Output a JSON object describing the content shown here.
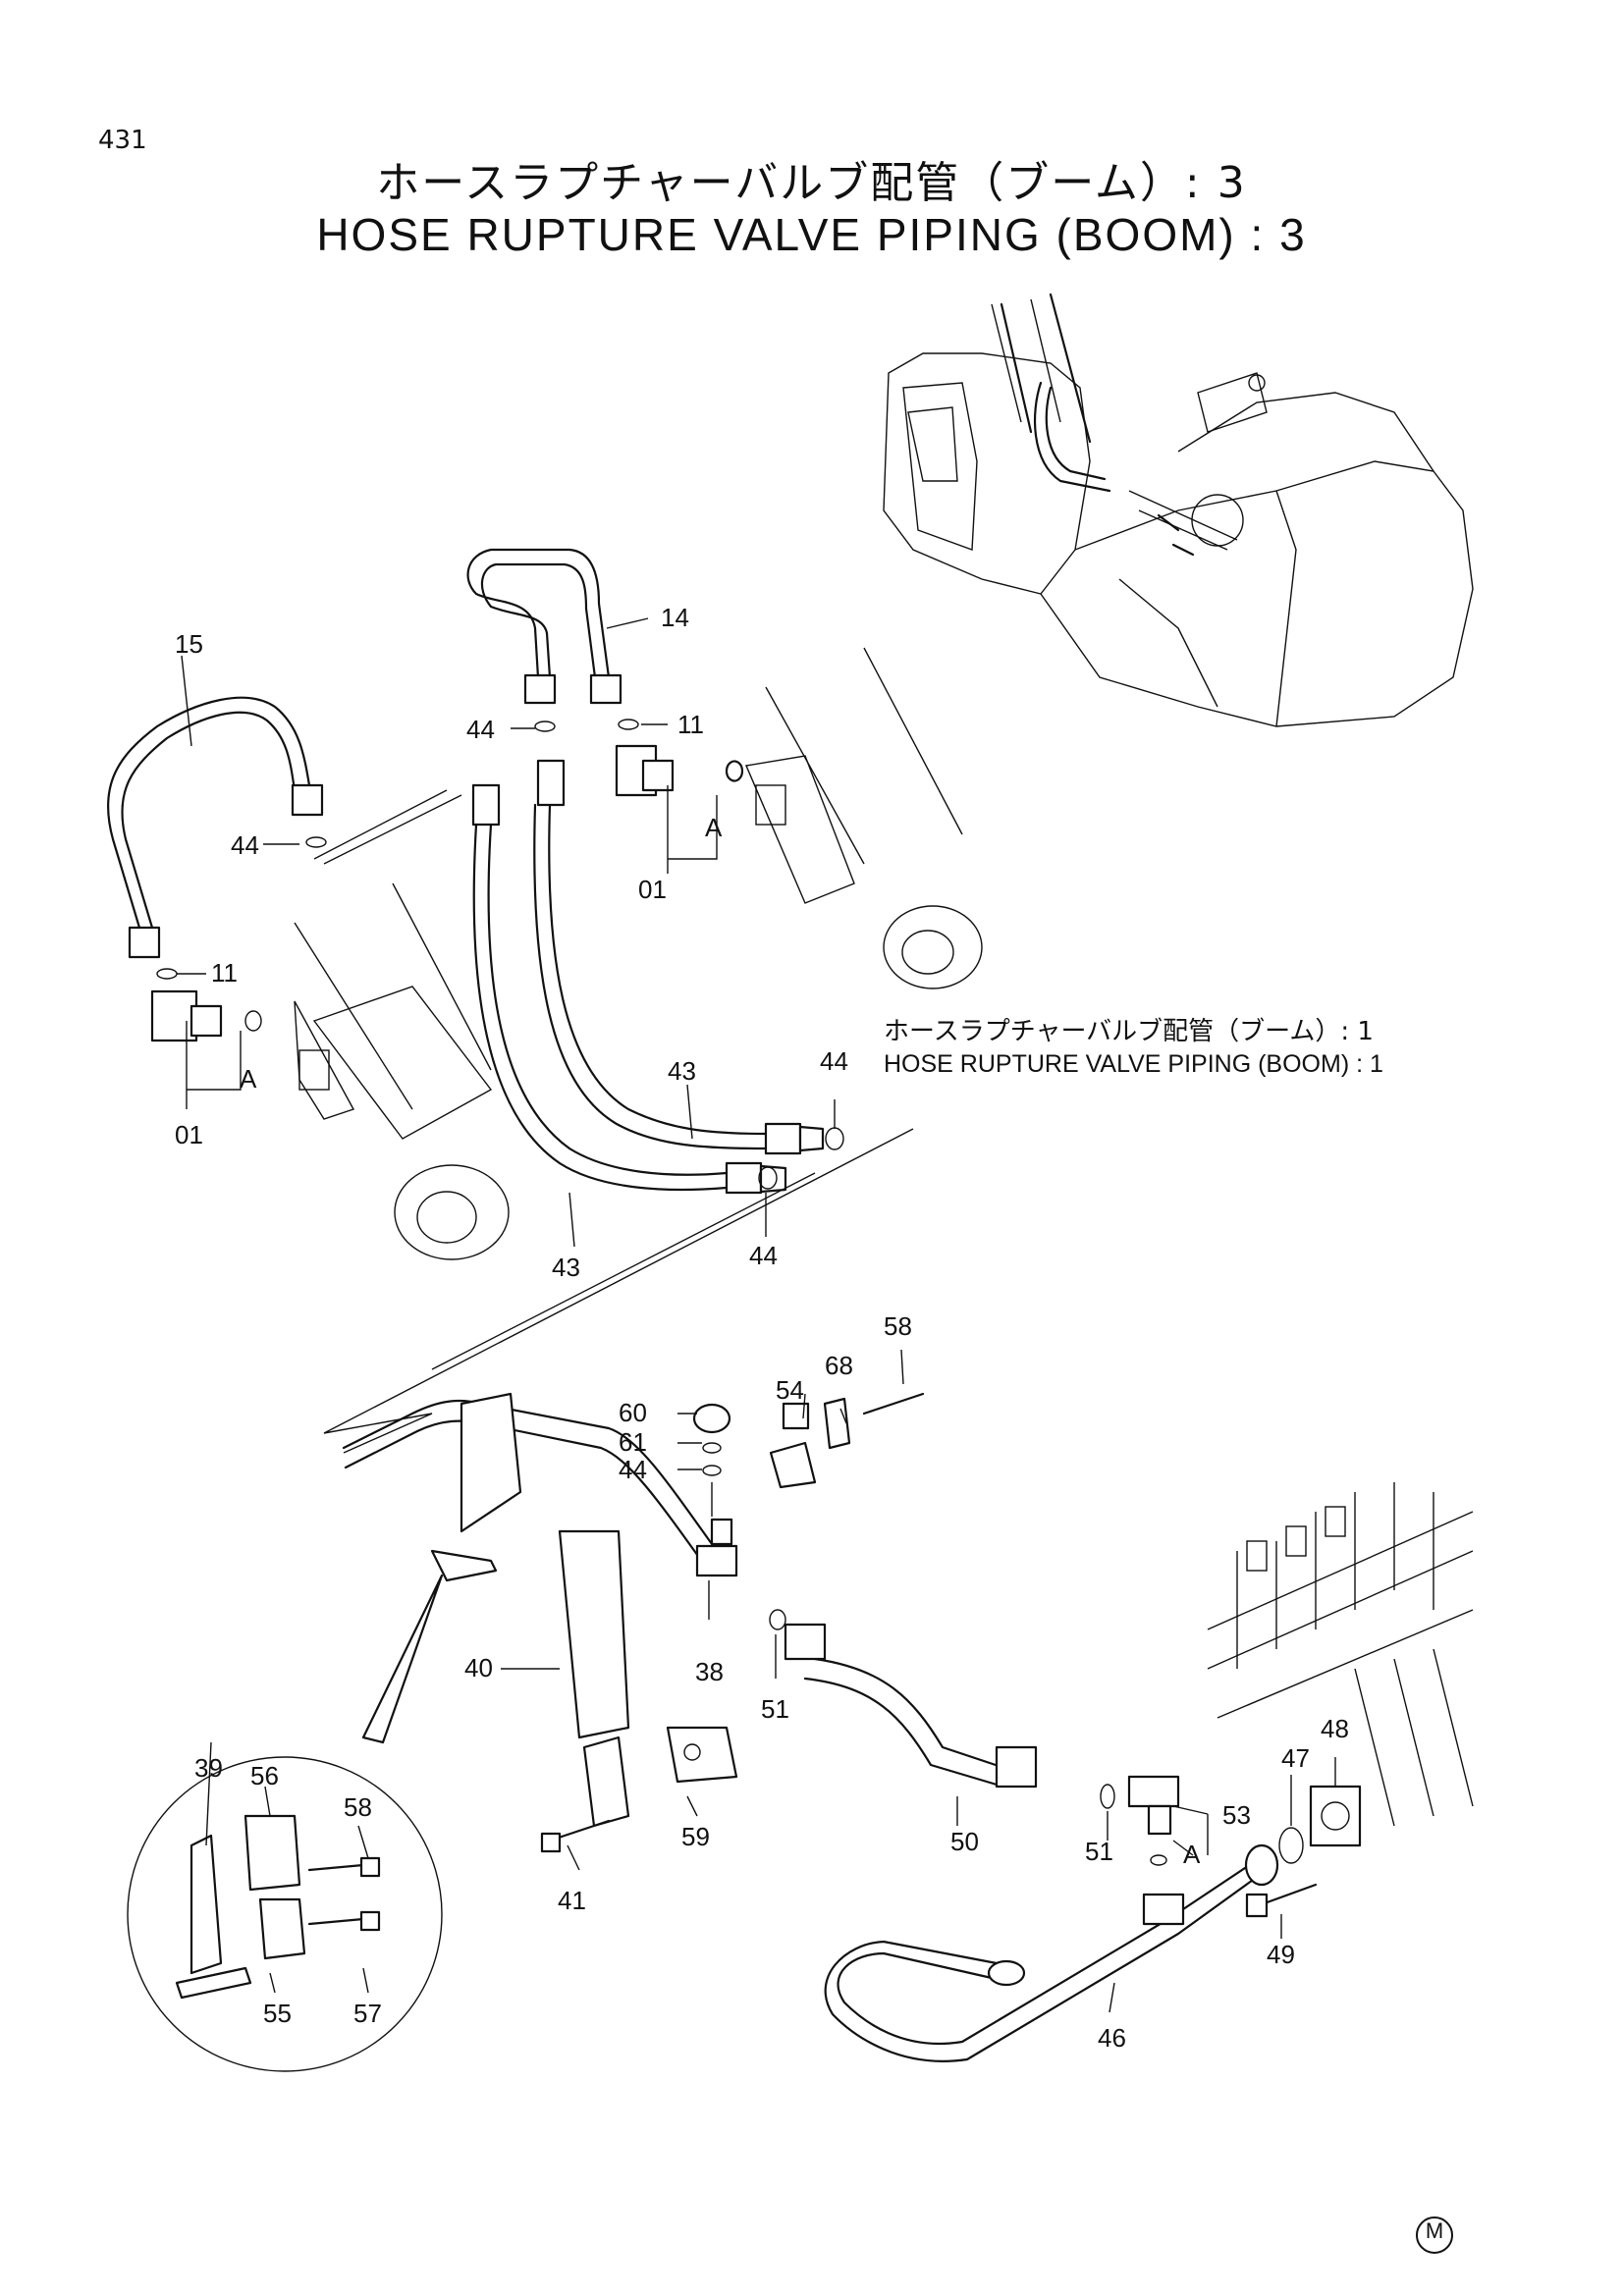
{
  "page_number": "431",
  "title_jp": "ホースラプチャーバルブ配管（ブーム）: 3",
  "title_en": "HOSE RUPTURE VALVE PIPING (BOOM) : 3",
  "reference": {
    "jp": "ホースラプチャーバルブ配管（ブーム）: 1",
    "en": "HOSE RUPTURE VALVE PIPING (BOOM) : 1"
  },
  "corner_mark": "M",
  "view_label": "A",
  "part_labels": {
    "p15": "15",
    "p14": "14",
    "p44a": "44",
    "p11a": "11",
    "p44b": "44",
    "p01a": "01",
    "p11b": "11",
    "p01b": "01",
    "p43a": "43",
    "p44c": "44",
    "p43b": "43",
    "p44d": "44",
    "p58a": "58",
    "p68": "68",
    "p54": "54",
    "p60": "60",
    "p61": "61",
    "p44e": "44",
    "p38": "38",
    "p51a": "51",
    "p40": "40",
    "p39": "39",
    "p56": "56",
    "p58b": "58",
    "p55": "55",
    "p57": "57",
    "p59": "59",
    "p41": "41",
    "p50": "50",
    "p51b": "51",
    "p53": "53",
    "p48": "48",
    "p47": "47",
    "p49": "49",
    "p46": "46"
  }
}
